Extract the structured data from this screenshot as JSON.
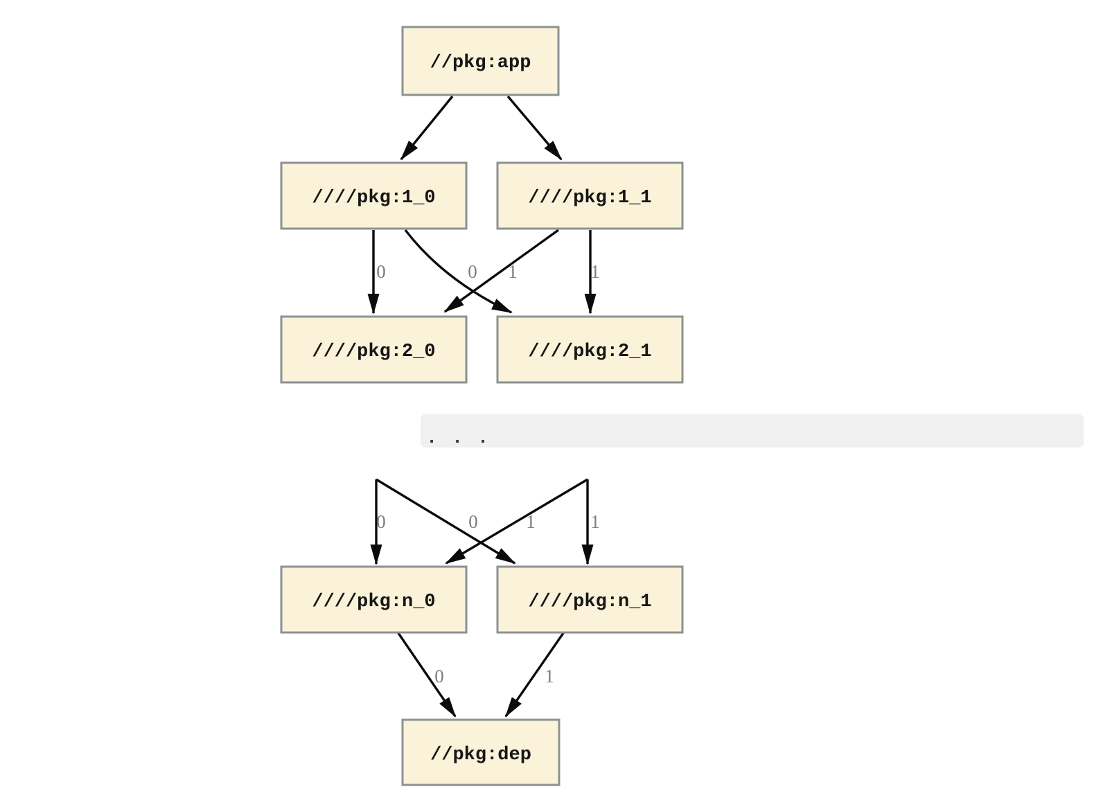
{
  "graph": {
    "nodes": [
      {
        "id": "app",
        "label": "//pkg:app"
      },
      {
        "id": "l1_0",
        "label": "////pkg:1_0"
      },
      {
        "id": "l1_1",
        "label": "////pkg:1_1"
      },
      {
        "id": "l2_0",
        "label": "////pkg:2_0"
      },
      {
        "id": "l2_1",
        "label": "////pkg:2_1"
      },
      {
        "id": "ln_0",
        "label": "////pkg:n_0"
      },
      {
        "id": "ln_1",
        "label": "////pkg:n_1"
      },
      {
        "id": "dep",
        "label": "//pkg:dep"
      }
    ],
    "ellipsis": ". . .",
    "edges": [
      {
        "from": "app",
        "to": "l1_0",
        "label": ""
      },
      {
        "from": "app",
        "to": "l1_1",
        "label": ""
      },
      {
        "from": "l1_0",
        "to": "l2_0",
        "label": "0"
      },
      {
        "from": "l1_0",
        "to": "l2_1",
        "label": "1"
      },
      {
        "from": "l1_1",
        "to": "l2_0",
        "label": "0"
      },
      {
        "from": "l1_1",
        "to": "l2_1",
        "label": "1"
      },
      {
        "from": "ellipsis",
        "to": "ln_0",
        "label": "0"
      },
      {
        "from": "ellipsis",
        "to": "ln_1",
        "label": "1"
      },
      {
        "from": "ellipsis",
        "to": "ln_0",
        "label": "0"
      },
      {
        "from": "ellipsis",
        "to": "ln_1",
        "label": "1"
      },
      {
        "from": "ln_0",
        "to": "dep",
        "label": "0"
      },
      {
        "from": "ln_1",
        "to": "dep",
        "label": "1"
      }
    ]
  },
  "colors": {
    "background": "#ffffff",
    "node-fill": "#faf3d9",
    "node-border": "#8c9193",
    "node-text": "#161616",
    "edge": "#0b0b0b",
    "edge-label": "#7d7d7d",
    "band": "#f0f0f0"
  }
}
